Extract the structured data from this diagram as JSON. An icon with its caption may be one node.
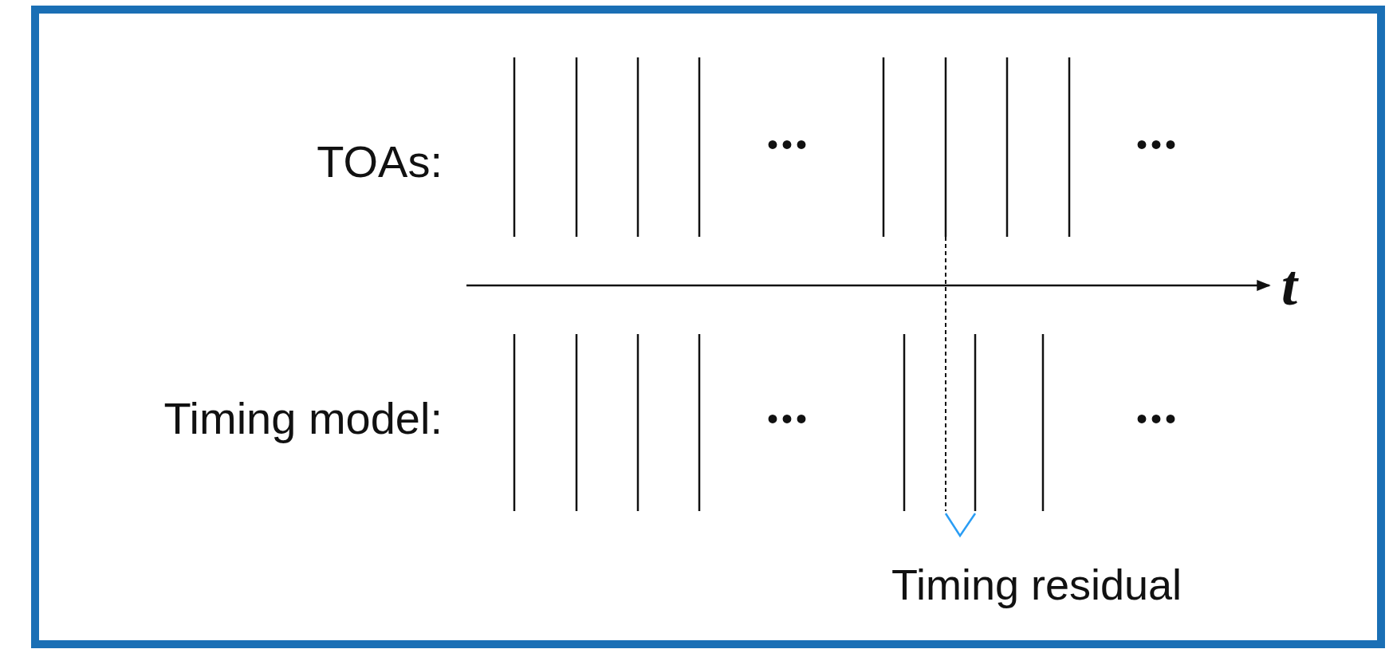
{
  "diagram": {
    "labels": [
      "TOAs:",
      "•••",
      "•••",
      "t",
      "Timing model:",
      "•••",
      "•••",
      "Timing residual"
    ]
  }
}
